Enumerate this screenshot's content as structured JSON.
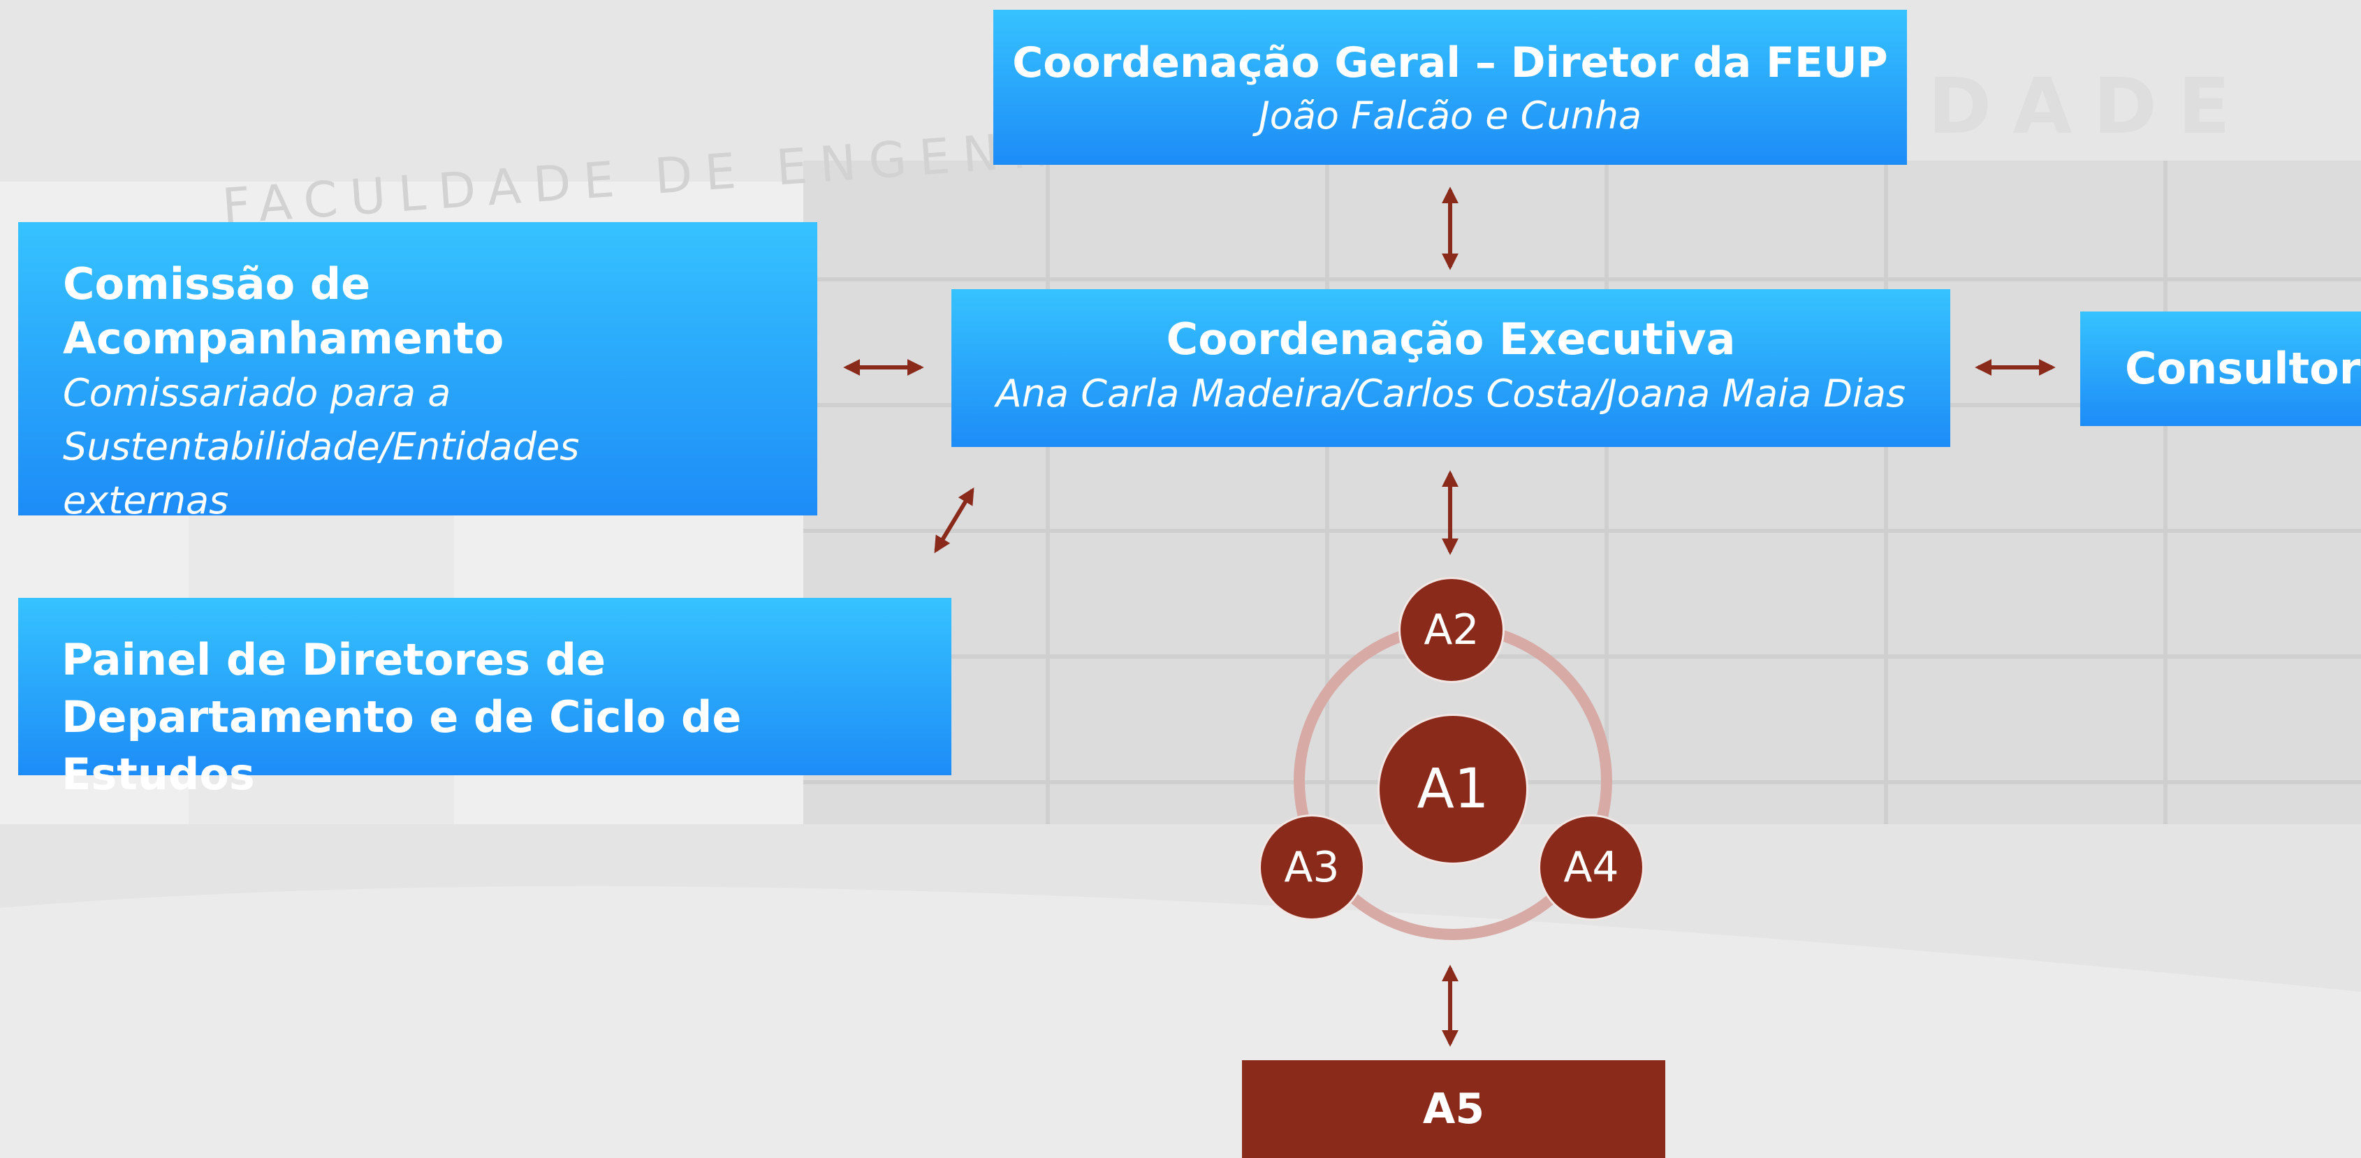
{
  "coord_geral": {
    "title": "Coordenação Geral – Diretor da FEUP",
    "subtitle": "João Falcão e Cunha"
  },
  "comissao": {
    "title": "Comissão de Acompanhamento",
    "subtitle": "Comissariado para a Sustentabilidade/Entidades externas"
  },
  "coord_exec": {
    "title": "Coordenação Executiva",
    "subtitle": "Ana Carla Madeira/Carlos Costa/Joana Maia Dias"
  },
  "consultor": {
    "title": "Consultor"
  },
  "painel": {
    "title": "Painel de Diretores de Departamento e de Ciclo de Estudos"
  },
  "nodes": {
    "a1": "A1",
    "a2": "A2",
    "a3": "A3",
    "a4": "A4",
    "a5": "A5"
  },
  "background_text": {
    "line1": "FACULDADE DE ENGENHARIA DA",
    "line2": "DADE"
  },
  "colors": {
    "box": "#1d8cf7",
    "accent": "#8a2a1b",
    "ring": "#d7aaa6"
  }
}
